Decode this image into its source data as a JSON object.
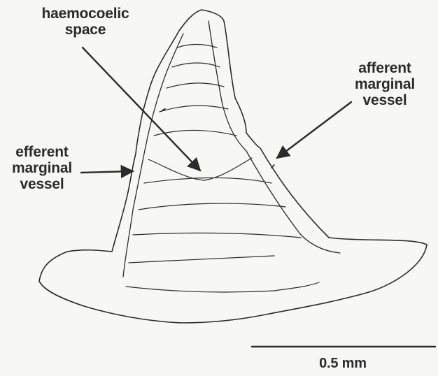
{
  "labels": {
    "haemocoelic_space": [
      "haemocoelic",
      "space"
    ],
    "afferent_marginal_vessel": [
      "afferent",
      "marginal",
      "vessel"
    ],
    "efferent_marginal_vessel": [
      "efferent",
      "marginal",
      "vessel"
    ]
  },
  "scale_bar": {
    "label": "0.5 mm"
  },
  "colors": {
    "background": "#f7f7f5",
    "ink": "#2b2b2b"
  }
}
